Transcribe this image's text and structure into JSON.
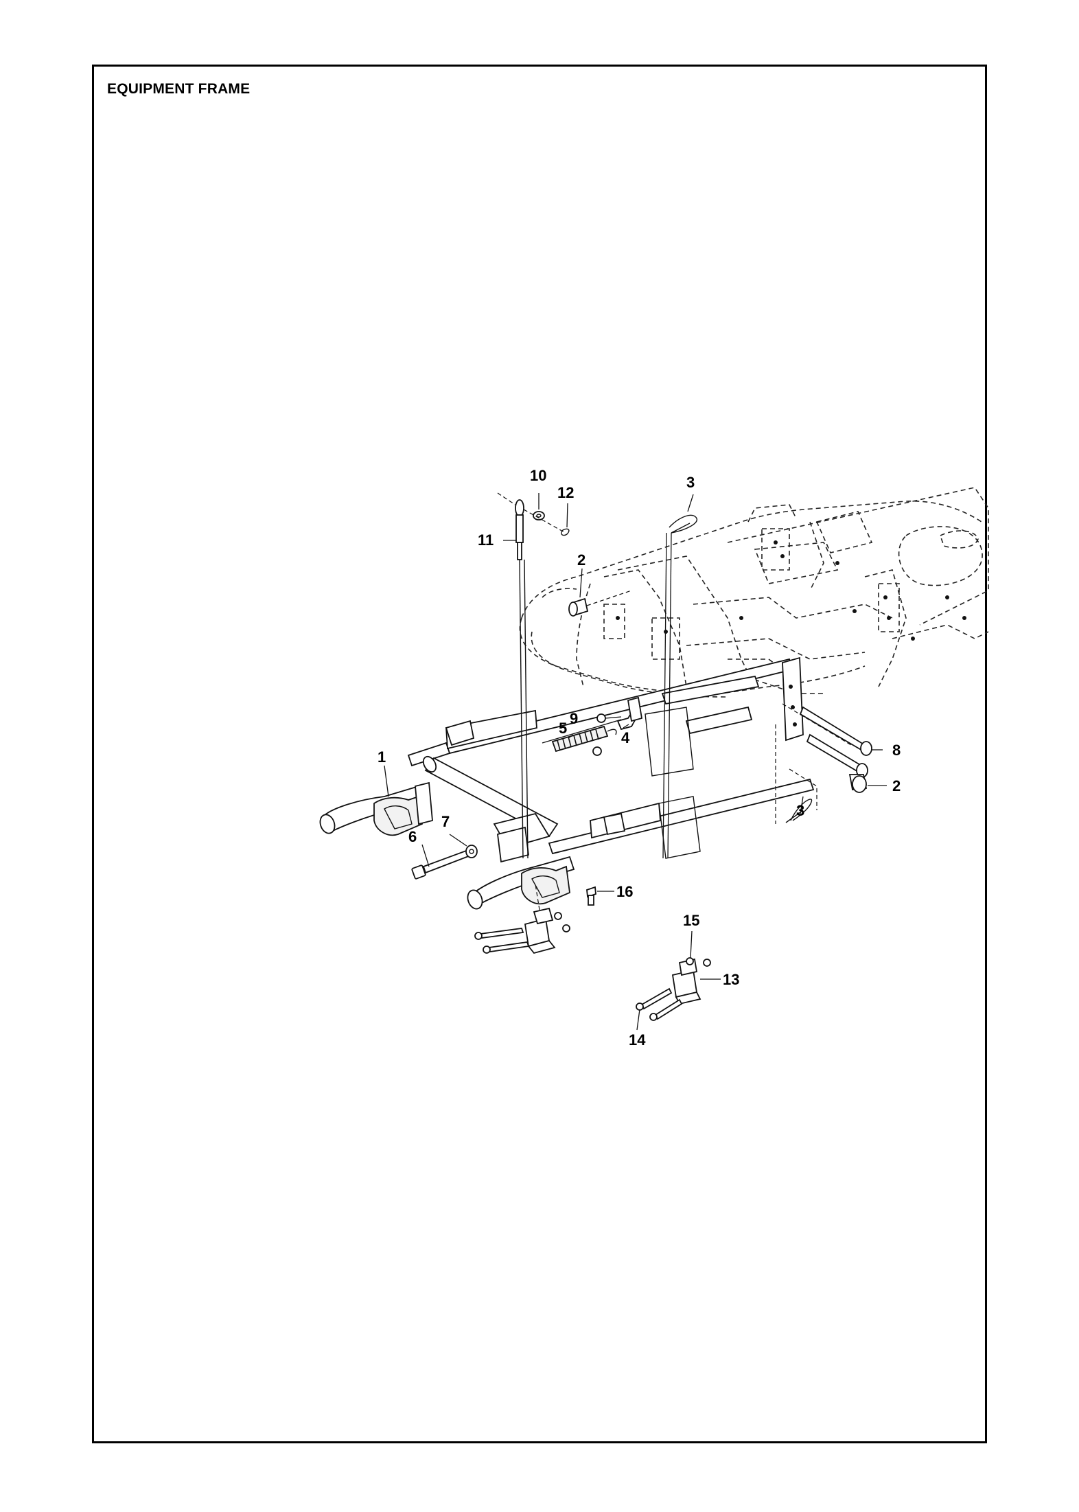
{
  "title": "EQUIPMENT FRAME",
  "callouts": [
    {
      "id": "c1",
      "label": "1"
    },
    {
      "id": "c2a",
      "label": "2"
    },
    {
      "id": "c2b",
      "label": "2"
    },
    {
      "id": "c3a",
      "label": "3"
    },
    {
      "id": "c3b",
      "label": "3"
    },
    {
      "id": "c4",
      "label": "4"
    },
    {
      "id": "c5",
      "label": "5"
    },
    {
      "id": "c6",
      "label": "6"
    },
    {
      "id": "c7",
      "label": "7"
    },
    {
      "id": "c8",
      "label": "8"
    },
    {
      "id": "c9",
      "label": "9"
    },
    {
      "id": "c10",
      "label": "10"
    },
    {
      "id": "c11",
      "label": "11"
    },
    {
      "id": "c12",
      "label": "12"
    },
    {
      "id": "c13",
      "label": "13"
    },
    {
      "id": "c14",
      "label": "14"
    },
    {
      "id": "c15",
      "label": "15"
    },
    {
      "id": "c16",
      "label": "16"
    }
  ]
}
